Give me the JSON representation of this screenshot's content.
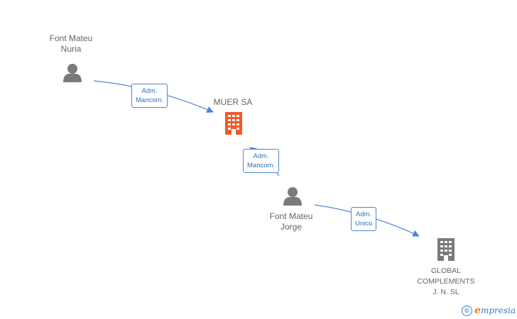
{
  "nodes": {
    "nuria": {
      "name_line1": "Font Mateu",
      "name_line2": "Nuria",
      "type": "person",
      "color": "#7a7a7a"
    },
    "muer": {
      "name": "MUER SA",
      "type": "company",
      "color": "#f05a28"
    },
    "jorge": {
      "name_line1": "Font Mateu",
      "name_line2": "Jorge",
      "type": "person",
      "color": "#7a7a7a"
    },
    "global": {
      "name_line1": "GLOBAL",
      "name_line2": "COMPLEMENTS",
      "name_line3": "J. N.  SL",
      "type": "company",
      "color": "#7a7a7a"
    }
  },
  "edges": [
    {
      "from": "nuria",
      "to": "muer",
      "label_line1": "Adm.",
      "label_line2": "Mancom."
    },
    {
      "from": "jorge",
      "to": "muer",
      "label_line1": "Adm.",
      "label_line2": "Mancom."
    },
    {
      "from": "jorge",
      "to": "global",
      "label_line1": "Adm.",
      "label_line2": "Unico"
    }
  ],
  "edge_color": "#4a86d6",
  "footer": {
    "copyright_symbol": "©",
    "brand_initial": "e",
    "brand_rest": "mpresia"
  },
  "icons": {
    "person": "person-icon",
    "company": "building-icon"
  }
}
